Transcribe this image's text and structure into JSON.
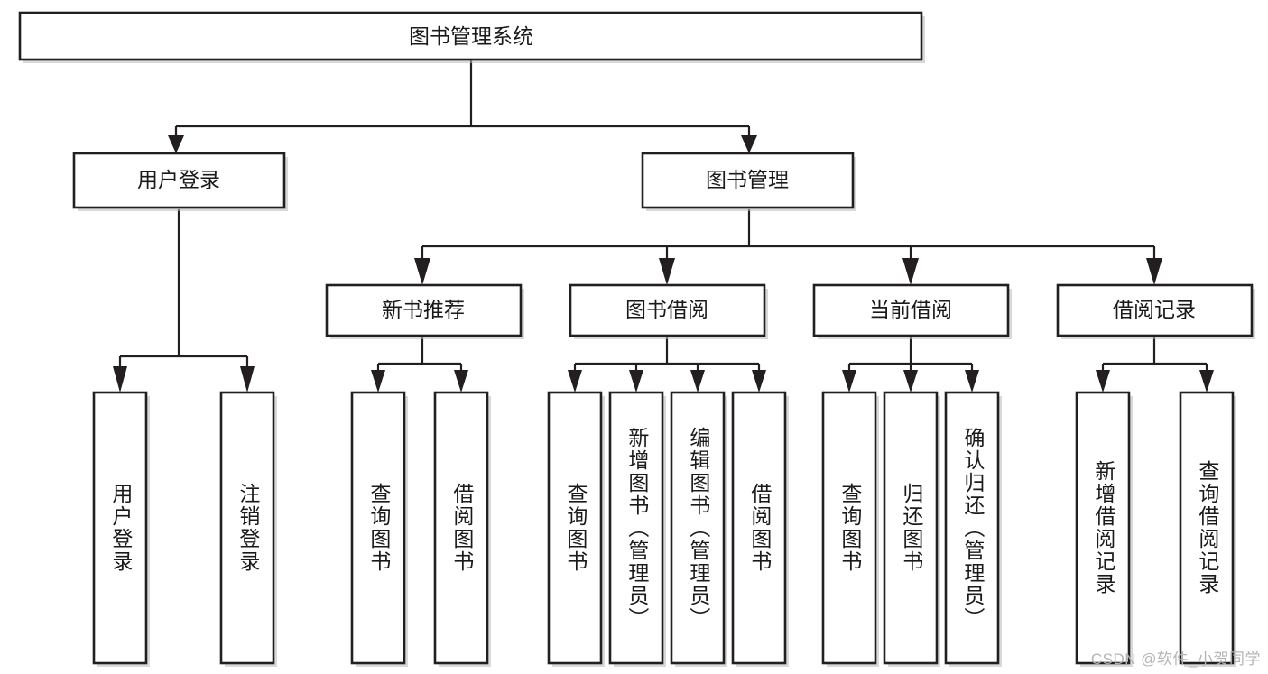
{
  "diagram": {
    "type": "tree-hierarchy-chart",
    "title": "图书管理系统",
    "orientation": "top-down",
    "colors": {
      "box_stroke": "#231f20",
      "box_fill": "#ffffff",
      "text": "#1a1a1a",
      "edge": "#231f20",
      "watermark": "#b4b4b4",
      "background": "#ffffff"
    },
    "root": {
      "label": "图书管理系统",
      "orientation": "horizontal"
    },
    "level2": [
      {
        "id": "user-login",
        "label": "用户登录",
        "orientation": "horizontal"
      },
      {
        "id": "book-management",
        "label": "图书管理",
        "orientation": "horizontal"
      }
    ],
    "level3": [
      {
        "id": "new-book-recommend",
        "label": "新书推荐",
        "orientation": "horizontal",
        "parent": "book-management"
      },
      {
        "id": "book-borrow",
        "label": "图书借阅",
        "orientation": "horizontal",
        "parent": "book-management"
      },
      {
        "id": "current-borrow",
        "label": "当前借阅",
        "orientation": "horizontal",
        "parent": "book-management"
      },
      {
        "id": "borrow-record",
        "label": "借阅记录",
        "orientation": "horizontal",
        "parent": "book-management"
      }
    ],
    "leaves": [
      {
        "id": "leaf-user-login",
        "label": "用户登录",
        "orientation": "vertical",
        "parent": "user-login"
      },
      {
        "id": "leaf-logout-login",
        "label": "注销登录",
        "orientation": "vertical",
        "parent": "user-login"
      },
      {
        "id": "leaf-query-book-1",
        "label": "查询图书",
        "orientation": "vertical",
        "parent": "new-book-recommend"
      },
      {
        "id": "leaf-borrow-book-1",
        "label": "借阅图书",
        "orientation": "vertical",
        "parent": "new-book-recommend"
      },
      {
        "id": "leaf-query-book-2",
        "label": "查询图书",
        "orientation": "vertical",
        "parent": "book-borrow"
      },
      {
        "id": "leaf-add-book",
        "label": "新增图书（管理员）",
        "orientation": "vertical",
        "parent": "book-borrow"
      },
      {
        "id": "leaf-edit-book",
        "label": "编辑图书（管理员）",
        "orientation": "vertical",
        "parent": "book-borrow"
      },
      {
        "id": "leaf-borrow-book-2",
        "label": "借阅图书",
        "orientation": "vertical",
        "parent": "book-borrow"
      },
      {
        "id": "leaf-query-book-3",
        "label": "查询图书",
        "orientation": "vertical",
        "parent": "current-borrow"
      },
      {
        "id": "leaf-return-book",
        "label": "归还图书",
        "orientation": "vertical",
        "parent": "current-borrow"
      },
      {
        "id": "leaf-confirm-return",
        "label": "确认归还（管理员）",
        "orientation": "vertical",
        "parent": "current-borrow"
      },
      {
        "id": "leaf-add-record",
        "label": "新增借阅记录",
        "orientation": "vertical",
        "parent": "borrow-record"
      },
      {
        "id": "leaf-query-record",
        "label": "查询借阅记录",
        "orientation": "vertical",
        "parent": "borrow-record"
      }
    ]
  },
  "watermark": {
    "text": "CSDN @软件_小贺同学"
  }
}
